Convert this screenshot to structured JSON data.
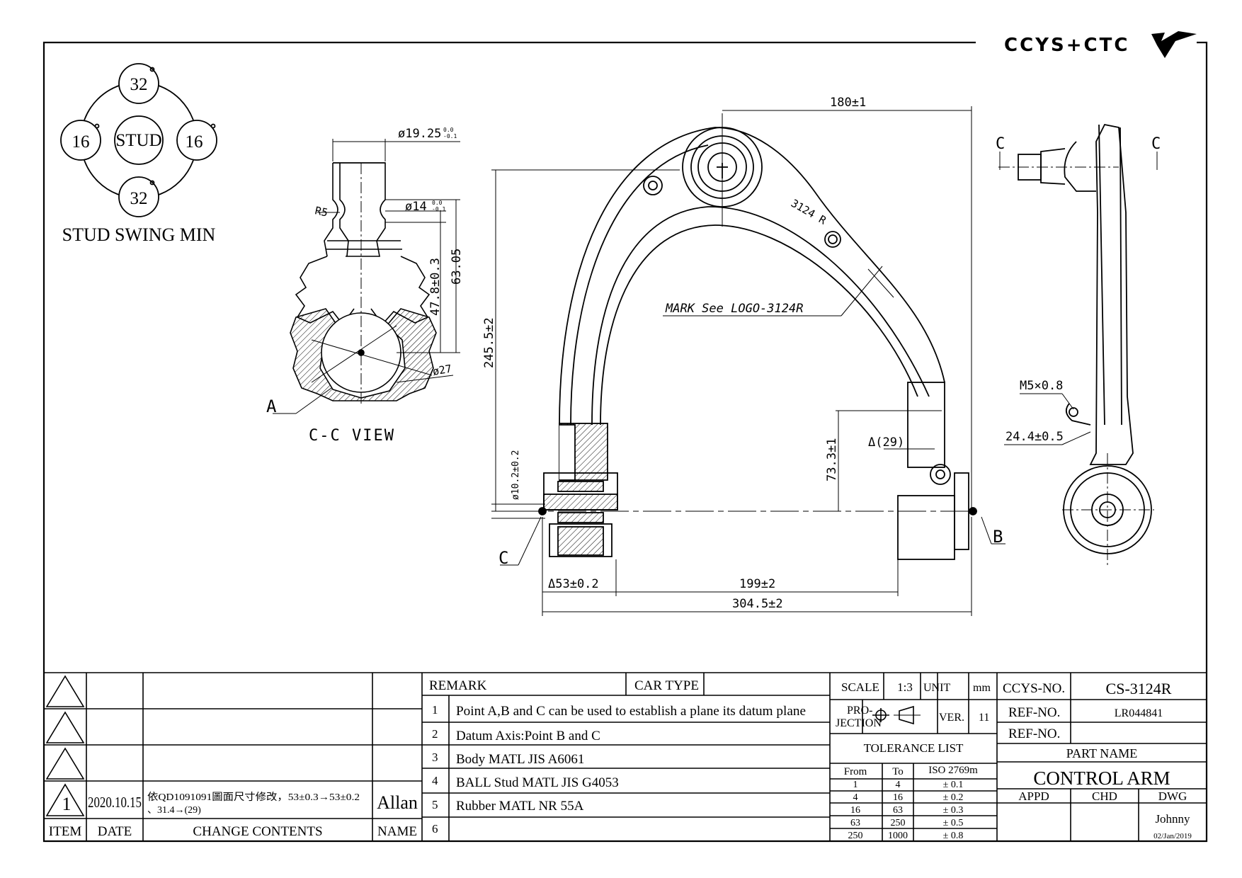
{
  "brand": {
    "logo_text": "CCYS+CTC"
  },
  "stud_swing": {
    "top": "32",
    "left": "16",
    "right": "16",
    "bottom": "32",
    "center": "STUD",
    "deg": "°",
    "caption": "STUD SWING MIN"
  },
  "cc_view": {
    "d_top": "ø19.25",
    "d_top_tol_up": "0.0",
    "d_top_tol_dn": "-0.1",
    "d_neck": "ø14",
    "d_neck_tol_up": "0.0",
    "d_neck_tol_dn": "-0.1",
    "radius": "R5",
    "dim_47": "47.8±0.3",
    "dim_63": "63.05",
    "ball_d": "ø27",
    "point_a": "A",
    "caption": "C-C VIEW"
  },
  "front_view": {
    "dim_180": "180±1",
    "dim_245": "245.5±2",
    "mark_label": "MARK  See  LOGO-3124R",
    "arm_logo": "3124 R",
    "dim_10": "ø10.2±0.2",
    "dim_73": "73.3±1",
    "dim_29": "Δ(29)",
    "dim_53": "Δ53±0.2",
    "dim_199": "199±2",
    "dim_304": "304.5±2",
    "point_b": "B",
    "point_c": "C"
  },
  "side_view": {
    "c_left": "C",
    "c_right": "C",
    "thread": "M5×0.8",
    "dim_24": "24.4±0.5"
  },
  "revisions": {
    "headers": {
      "item": "ITEM",
      "date": "DATE",
      "change": "CHANGE CONTENTS",
      "name": "NAME"
    },
    "rows": [
      {
        "item": "",
        "date": "",
        "change": "",
        "change2": "",
        "name": ""
      },
      {
        "item": "",
        "date": "",
        "change": "",
        "change2": "",
        "name": ""
      },
      {
        "item": "",
        "date": "",
        "change": "",
        "change2": "",
        "name": ""
      },
      {
        "item": "1",
        "date": "2020.10.15",
        "change": "依QD1091091圖面尺寸修改，53±0.3→53±0.2",
        "change2": "、31.4→(29)",
        "name": "Allan"
      }
    ]
  },
  "remarks": {
    "header": "REMARK",
    "car_type_label": "CAR TYPE",
    "car_type_value": "",
    "items": [
      {
        "no": "1",
        "text": "Point A,B and C can be used to establish a plane its datum plane"
      },
      {
        "no": "2",
        "text": "Datum Axis:Point B and C"
      },
      {
        "no": "3",
        "text": "Body MATL JIS A6061"
      },
      {
        "no": "4",
        "text": "BALL Stud MATL JIS G4053"
      },
      {
        "no": "5",
        "text": "Rubber MATL NR 55A"
      },
      {
        "no": "6",
        "text": ""
      }
    ]
  },
  "spec": {
    "scale_label": "SCALE",
    "scale_value": "1:3",
    "unit_label": "UNIT",
    "unit_value": "mm",
    "projection_label_1": "PRO-",
    "projection_label_2": "JECTION",
    "ver_label": "VER.",
    "ver_value": "11",
    "tolerance_title": "TOLERANCE LIST",
    "tolerance_headers": {
      "from": "From",
      "to": "To",
      "tol": "ISO 2769m"
    },
    "tolerance_rows": [
      {
        "from": "1",
        "to": "4",
        "tol": "± 0.1"
      },
      {
        "from": "4",
        "to": "16",
        "tol": "± 0.2"
      },
      {
        "from": "16",
        "to": "63",
        "tol": "± 0.3"
      },
      {
        "from": "63",
        "to": "250",
        "tol": "± 0.5"
      },
      {
        "from": "250",
        "to": "1000",
        "tol": "± 0.8"
      }
    ]
  },
  "title_block": {
    "ccys_no_label": "CCYS-NO.",
    "ccys_no_value": "CS-3124R",
    "ref_no_label": "REF-NO.",
    "ref_no_value": "LR044841",
    "ref_no2_label": "REF-NO.",
    "ref_no2_value": "",
    "part_name_label": "PART NAME",
    "part_name_value": "CONTROL ARM",
    "appd": "APPD",
    "chd": "CHD",
    "dwg": "DWG",
    "dwg_name": "Johnny",
    "dwg_date": "02/Jan/2019"
  }
}
